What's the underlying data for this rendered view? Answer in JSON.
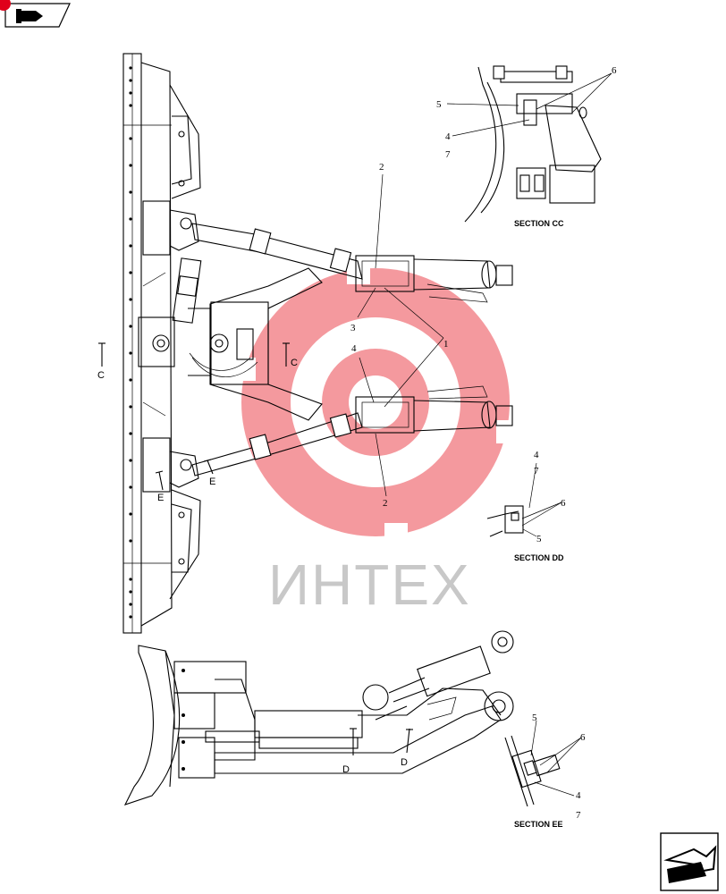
{
  "toolbar": {
    "back_icon": "book-arrow-icon",
    "accent": "#e0001b"
  },
  "navigation": {
    "next_icon": "page-forward-icon"
  },
  "watermark": {
    "text": "ИНТЕХ",
    "color": "#e8202a"
  },
  "sections": {
    "cc": "SECTION CC",
    "dd": "SECTION DD",
    "ee": "SECTION EE"
  },
  "cut_marks": {
    "c1": "C",
    "c2": "C",
    "e1": "E",
    "e2": "E",
    "d1": "D",
    "d2": "D"
  },
  "callouts": {
    "top_2": "2",
    "top_3": "3",
    "top_4": "4",
    "top_1": "1",
    "bottom_2": "2",
    "cc_6": "6",
    "cc_5": "5",
    "cc_4": "4",
    "cc_7": "7",
    "dd_4": "4",
    "dd_7": "7",
    "dd_6": "6",
    "dd_5": "5",
    "ee_5": "5",
    "ee_6": "6",
    "ee_4": "4",
    "ee_7": "7"
  }
}
